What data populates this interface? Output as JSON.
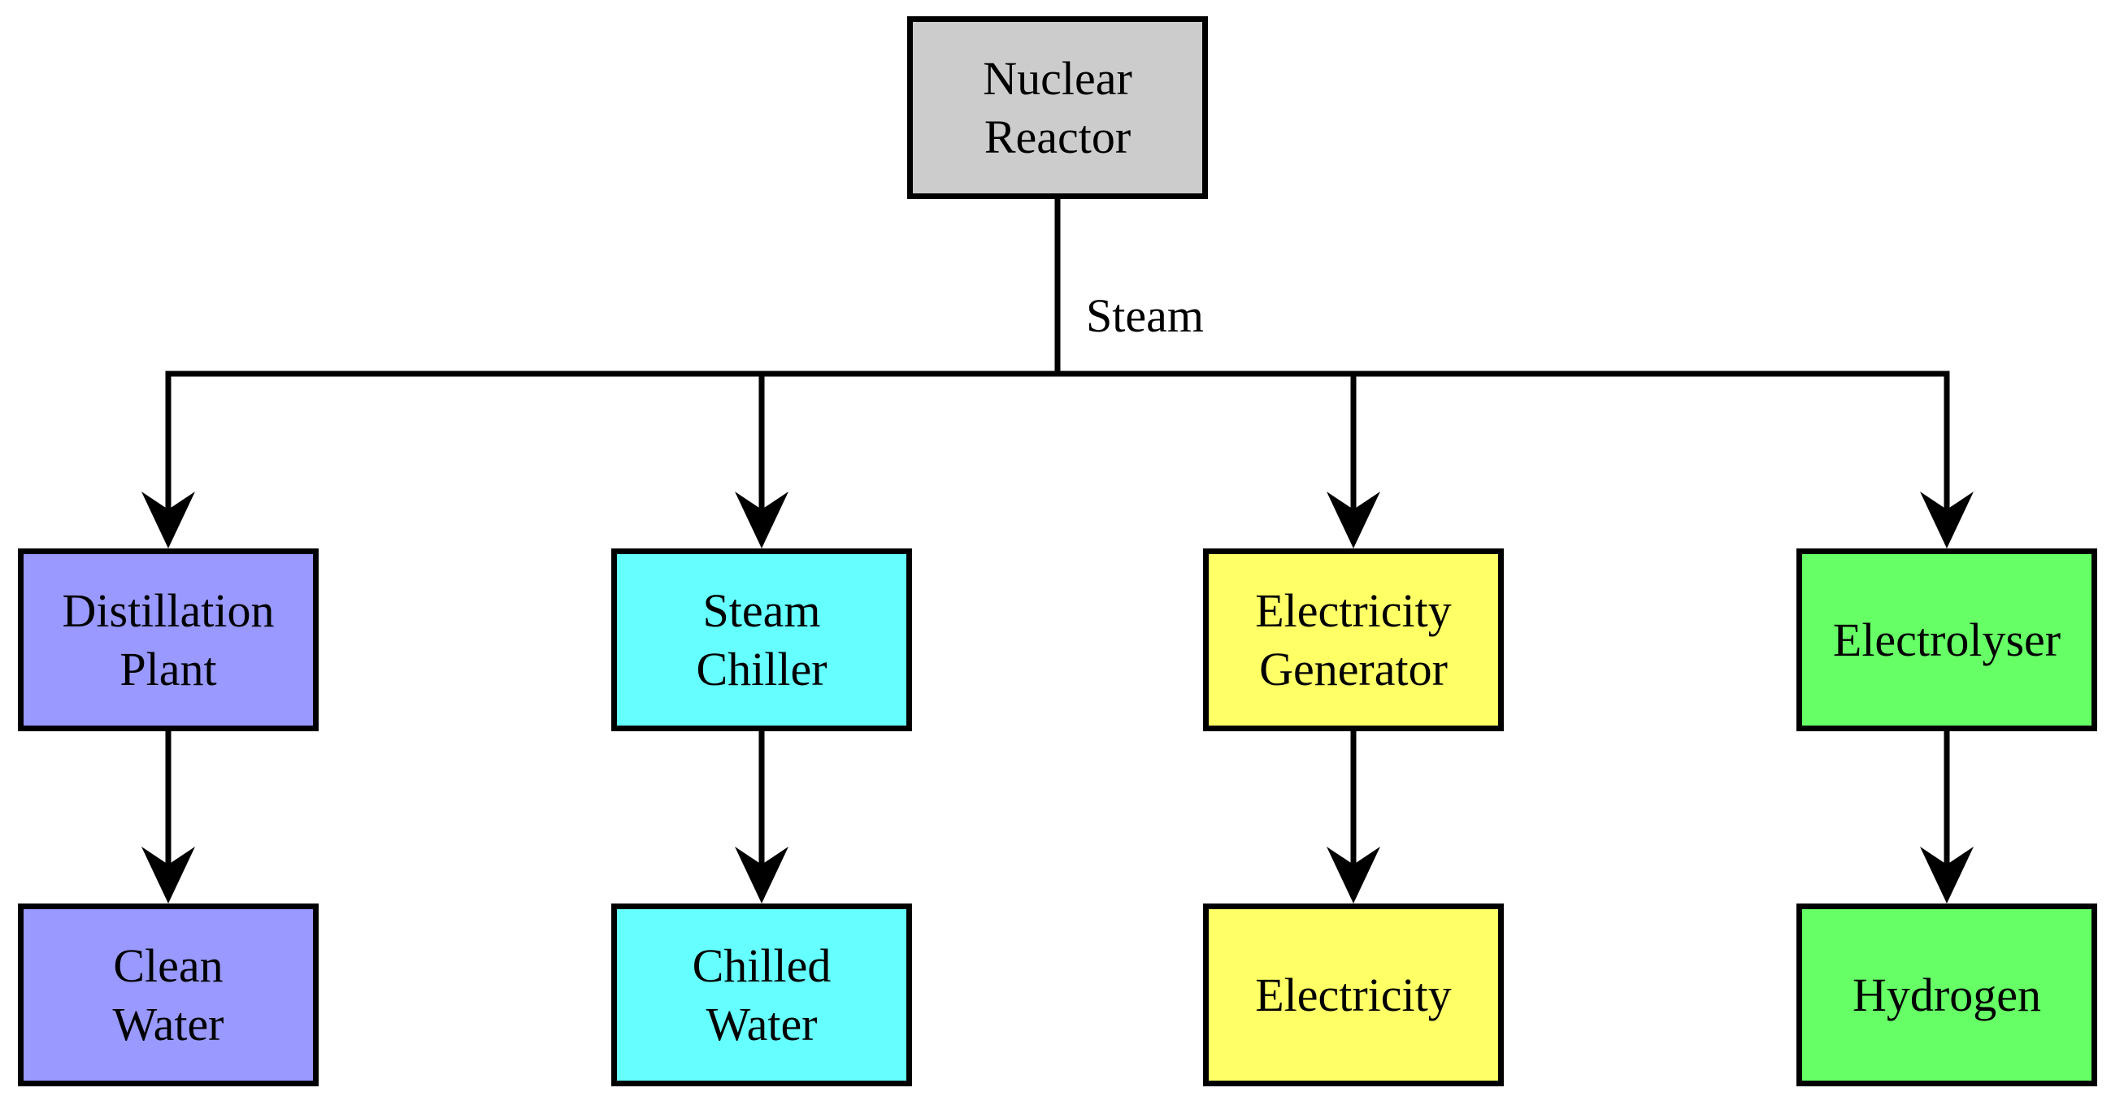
{
  "diagram": {
    "source": {
      "label": "Nuclear\nReactor",
      "color": "#cccccc"
    },
    "edge_label": "Steam",
    "branches": [
      {
        "process": {
          "label": "Distillation\nPlant",
          "color": "#9999ff"
        },
        "product": {
          "label": "Clean\nWater",
          "color": "#9999ff"
        }
      },
      {
        "process": {
          "label": "Steam\nChiller",
          "color": "#66ffff"
        },
        "product": {
          "label": "Chilled\nWater",
          "color": "#66ffff"
        }
      },
      {
        "process": {
          "label": "Electricity\nGenerator",
          "color": "#ffff66"
        },
        "product": {
          "label": "Electricity",
          "color": "#ffff66"
        }
      },
      {
        "process": {
          "label": "Electrolyser",
          "color": "#66ff66"
        },
        "product": {
          "label": "Hydrogen",
          "color": "#66ff66"
        }
      }
    ]
  }
}
